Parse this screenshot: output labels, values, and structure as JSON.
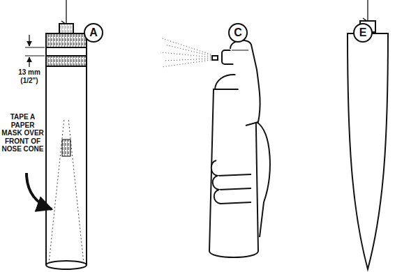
{
  "diagram": {
    "nodes": [
      {
        "text": [
          "A"
        ]
      },
      {
        "text": [
          "C"
        ]
      },
      {
        "text": [
          "E"
        ]
      }
    ],
    "labels": [
      "13 mm (1/2\")",
      "TAPE A PAPER MASK OVER FRONT OF NOSE CONE"
    ]
  }
}
